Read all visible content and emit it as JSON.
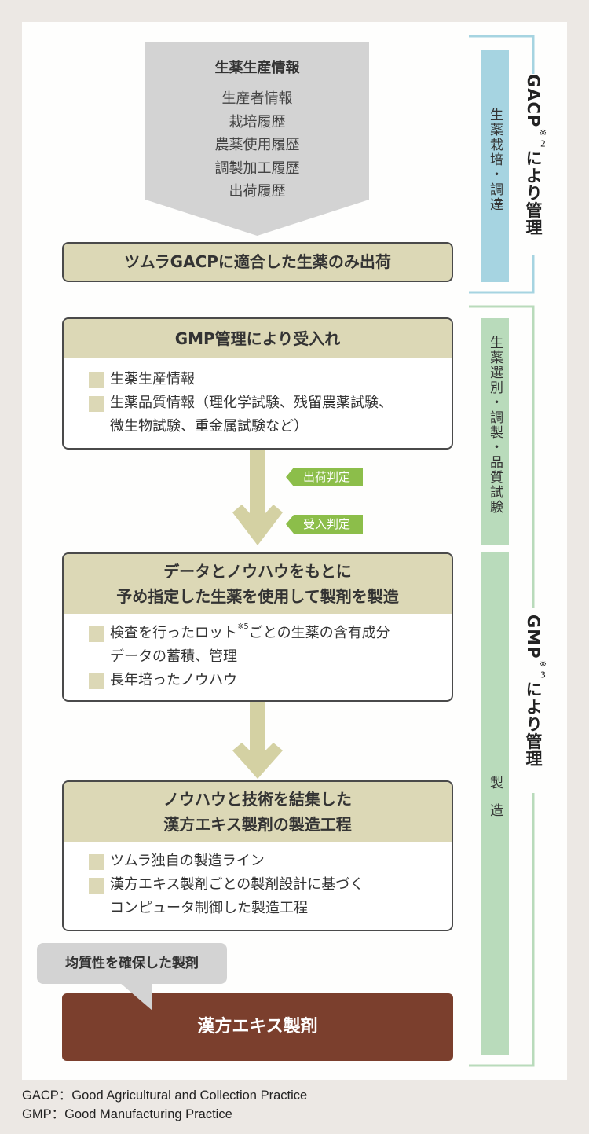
{
  "source_info": {
    "title": "生薬生産情報",
    "items": [
      "生産者情報",
      "栽培履歴",
      "農薬使用履歴",
      "調製加工履歴",
      "出荷履歴"
    ]
  },
  "shipping": {
    "label": "ツムラGACPに適合した生薬のみ出荷"
  },
  "acceptance": {
    "title": "GMP管理により受入れ",
    "items": [
      "生薬生産情報",
      "生薬品質情報（理化学試験、残留農薬試験、",
      "微生物試験、重金属試験など）"
    ]
  },
  "judgements": {
    "shipping": "出荷判定",
    "acceptance": "受入判定"
  },
  "formulation": {
    "title_line1": "データとノウハウをもとに",
    "title_line2": "予め指定した生薬を使用して製剤を製造",
    "item1_pre": "検査を行ったロット",
    "item1_note": "※5",
    "item1_post": "ごとの生薬の含有成分",
    "item1_line2": "データの蓄積、管理",
    "item2": "長年培ったノウハウ"
  },
  "process": {
    "title_line1": "ノウハウと技術を結集した",
    "title_line2": "漢方エキス製剤の製造工程",
    "item1": "ツムラ独自の製造ライン",
    "item2_line1": "漢方エキス製剤ごとの製剤設計に基づく",
    "item2_line2": "コンピュータ制御した製造工程"
  },
  "result": {
    "bubble": "均質性を確保した製剤",
    "product": "漢方エキス製剤"
  },
  "side": {
    "gacp_stage": "生薬栽培・調達",
    "gacp_label": "GACP",
    "gacp_note": "※2",
    "gacp_suffix": "により管理",
    "selection_stage": "生薬選別・調製・品質試験",
    "manufacturing_stage": "製造",
    "gmp_label": "GMP",
    "gmp_note": "※3",
    "gmp_suffix": "により管理"
  },
  "footer": {
    "gacp": "GACP：Good Agricultural and Collection Practice",
    "gmp": "GMP：Good Manufacturing Practice"
  },
  "colors": {
    "khaki": "#dcd8b6",
    "gacp_blue": "#a6d4e1",
    "gmp_green": "#b9dbbb",
    "judgement_green": "#8cbe4a",
    "product_brown": "#7b3f2d",
    "gray": "#d3d3d3"
  }
}
